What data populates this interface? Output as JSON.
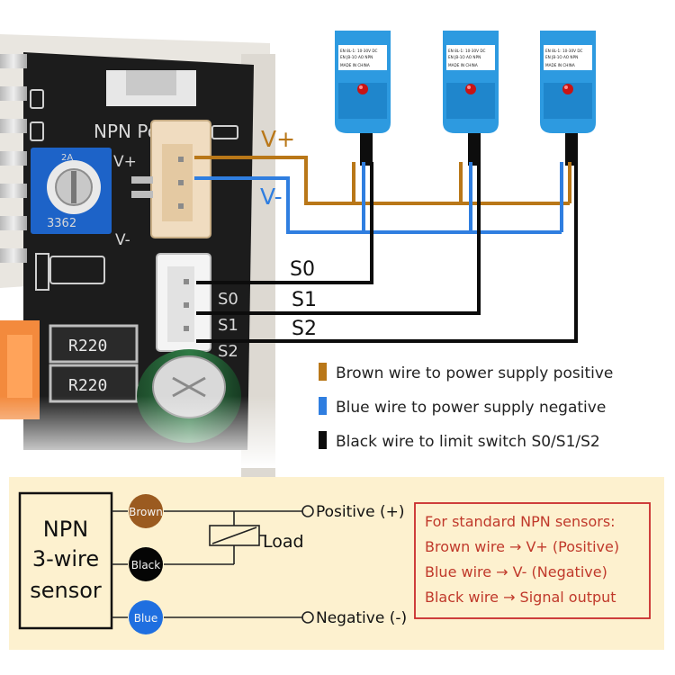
{
  "colors": {
    "brown_wire": "#b97718",
    "blue_wire": "#2f7ee0",
    "black_wire": "#0c0c0c",
    "sensor_blue": "#2d9ae0",
    "pcb": "#1c1c1c",
    "connector": "#f0dcc0",
    "potentiometer": "#1d63c8",
    "panel_bg": "#fdf1cf",
    "note_border": "#c82b2b",
    "note_text": "#c0392b"
  },
  "board": {
    "title_partial": "NPN Power",
    "pins": {
      "vplus": "V+",
      "vminus": "V-",
      "s0": "S0",
      "s1": "S1",
      "s2": "S2"
    },
    "resistor_1": "R220",
    "resistor_2": "R220",
    "pot_code": "3362",
    "pot_mark": "2A"
  },
  "wires": {
    "vplus": "V+",
    "vminus": "V-",
    "s0": "S0",
    "s1": "S1",
    "s2": "S2"
  },
  "sensors": [
    {
      "label_1": "EN 8L-1: 10-30V DC",
      "label_2": "EN JB-1O AO NPN",
      "label_3": "MADE IN CHINA"
    },
    {
      "label_1": "EN 8L-1: 10-30V DC",
      "label_2": "EN JB-1O AO NPN",
      "label_3": "MADE IN CHINA"
    },
    {
      "label_1": "EN 8L-1: 10-30V DC",
      "label_2": "EN JB-1O AO NPN",
      "label_3": "MADE IN CHINA"
    }
  ],
  "legend": [
    {
      "text": "Brown wire to power supply positive",
      "color": "#b97718"
    },
    {
      "text": "Blue wire to power supply negative",
      "color": "#2f7ee0"
    },
    {
      "text": "Black wire to limit switch S0/S1/S2",
      "color": "#0c0c0c"
    }
  ],
  "schematic": {
    "sensor_line_1": "NPN",
    "sensor_line_2": "3-wire",
    "sensor_line_3": "sensor",
    "brown_badge": "Brown",
    "black_badge": "Black",
    "blue_badge": "Blue",
    "positive_label": "Positive (+)",
    "negative_label": "Negative (-)",
    "load_label": "Load"
  },
  "note": {
    "title": "For standard NPN sensors:",
    "line_1": "Brown wire → V+ (Positive)",
    "line_2": "Blue wire → V- (Negative)",
    "line_3": "Black wire → Signal output"
  }
}
